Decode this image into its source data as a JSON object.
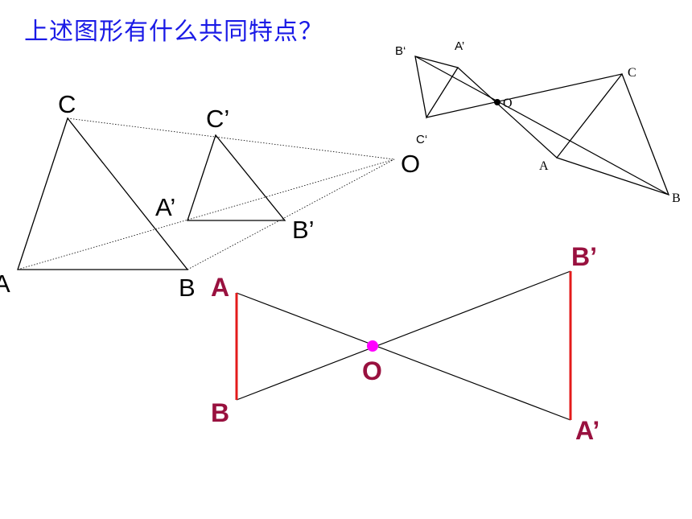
{
  "title": "上述图形有什么共同特点？",
  "figure1": {
    "labels": {
      "A": "A",
      "B": "B",
      "C": "C",
      "A1": "A’",
      "B1": "B’",
      "C1": "C’",
      "O": "O"
    }
  },
  "figure2": {
    "labels": {
      "A": "A",
      "B": "B",
      "C": "C",
      "A1": "A’",
      "B1": "B‘",
      "C1": "C‘",
      "O": "O"
    }
  },
  "figure3": {
    "labels": {
      "A": "A",
      "B": "B",
      "A1": "A’",
      "B1": "B’",
      "O": "O"
    },
    "colors": {
      "segment": "#e31b1b",
      "point": "#ff00ff",
      "label": "#99113f"
    }
  }
}
